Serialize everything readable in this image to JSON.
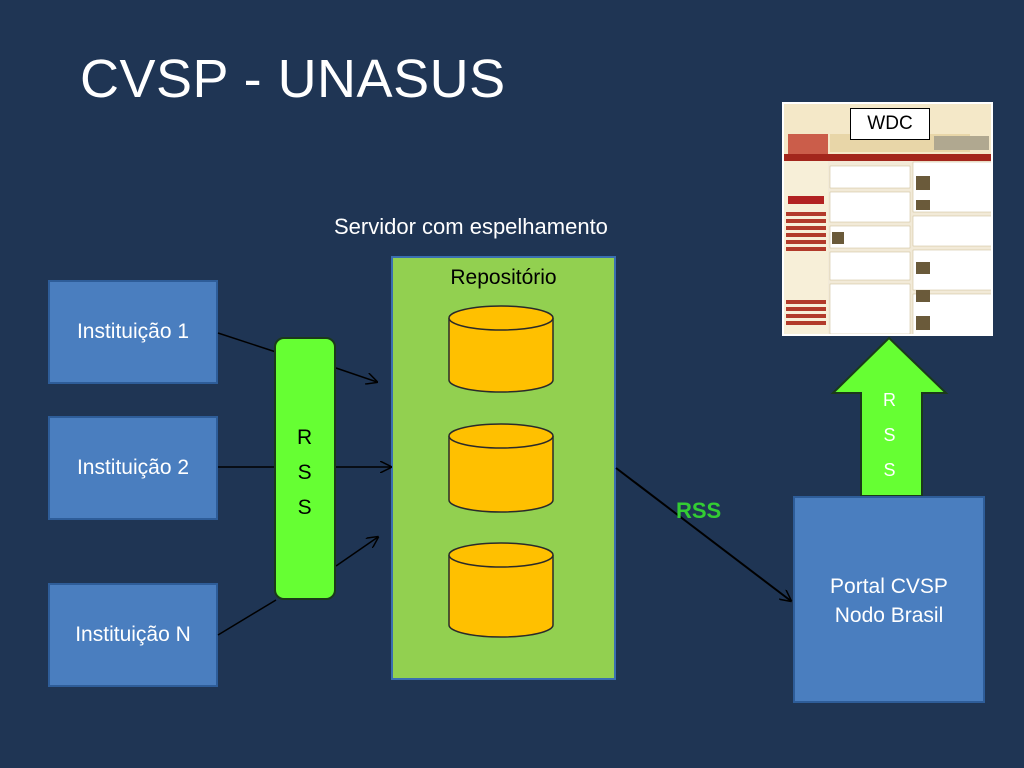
{
  "title": "CVSP - UNASUS",
  "server_caption": "Servidor com espelhamento",
  "repository_label": "Repositório",
  "institutions": [
    {
      "label": "Instituição 1"
    },
    {
      "label": "Instituição 2"
    },
    {
      "label": "Instituição N"
    }
  ],
  "rss_bar_letters": [
    "R",
    "S",
    "S"
  ],
  "rss_arrow_letters": [
    "R",
    "S",
    "S"
  ],
  "rss_link_label": "RSS",
  "portal": {
    "line1": "Portal CVSP",
    "line2": "Nodo Brasil"
  },
  "wdc_label": "WDC",
  "colors": {
    "background": "#1f3554",
    "repository": "#92d050",
    "rss_green": "#66ff33",
    "box_blue": "#4a7ebf",
    "cylinder": "#ffc000",
    "rss_text": "#33cc33"
  }
}
